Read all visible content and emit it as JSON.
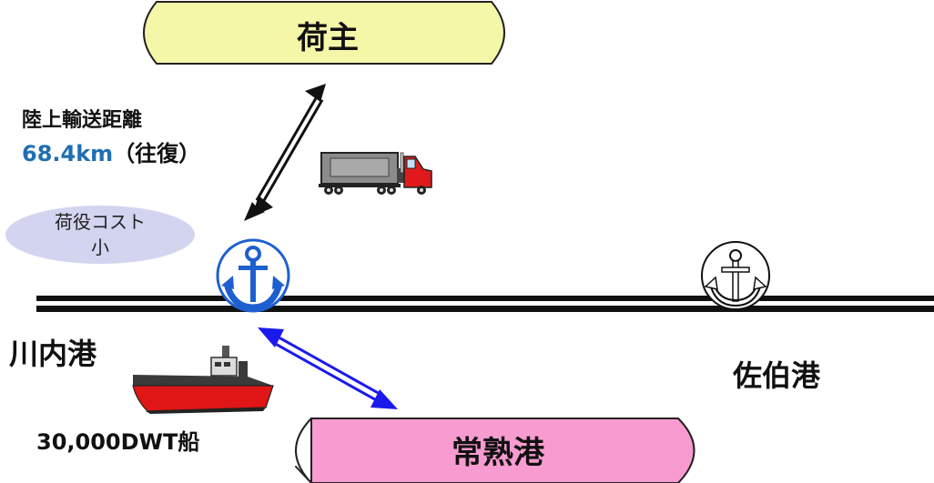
{
  "shipper": {
    "label": "荷主"
  },
  "distance": {
    "title": "陸上輸送距離",
    "value": "68.4km",
    "suffix": "（往復）"
  },
  "handling_cost": {
    "line1": "荷役コスト",
    "line2": "小"
  },
  "ports": {
    "sendai": "川内港",
    "saiki": "佐伯港",
    "jojuku": "常熟港"
  },
  "ship": {
    "label": "30,000DWT船"
  },
  "colors": {
    "shipper_fill": "#f5f7a8",
    "jojuku_fill": "#f79bd0",
    "cost_fill": "#d3d4f0",
    "distance_value": "#1f6fb2",
    "sea_arrow": "#1a1aee",
    "anchor_blue": "#1e5fd0",
    "truck_cab": "#e01a1a",
    "ship_hull_red": "#e01515"
  }
}
